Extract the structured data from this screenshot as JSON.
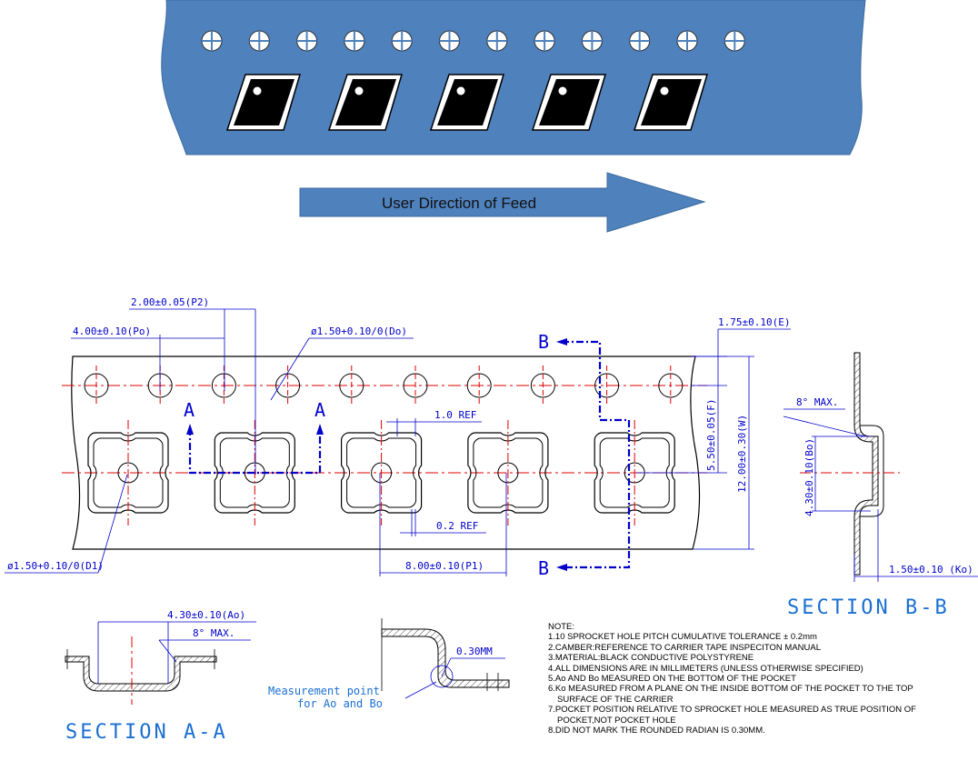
{
  "feed_label": "User Direction of Feed",
  "dims": {
    "p2": "2.00±0.05(P2)",
    "po": "4.00±0.10(Po)",
    "do": "ø1.50+0.10/0(Do)",
    "e": "1.75±0.10(E)",
    "f": "5.50±0.05(F)",
    "w": "12.00±0.30(W)",
    "bo": "4.30±0.10(Bo)",
    "ko": "1.50±0.10 (Ko)",
    "d1": "ø1.50+0.10/0(D1)",
    "p1": "8.00±0.10(P1)",
    "ref1": "1.0 REF",
    "ref02": "0.2 REF",
    "ao": "4.30±0.10(Ao)",
    "angle_aa": "8° MAX.",
    "angle_bb": "8° MAX.",
    "r030": "0.30MM"
  },
  "section_markers": {
    "a": "A",
    "b": "B"
  },
  "section_titles": {
    "aa": "SECTION A-A",
    "bb": "SECTION B-B"
  },
  "measurement_point": {
    "line1": "Measurement point",
    "line2": "for Ao and Bo"
  },
  "notes": {
    "title": "NOTE:",
    "items": [
      "1.10 SPROCKET HOLE PITCH CUMULATIVE TOLERANCE ± 0.2mm",
      "2.CAMBER:REFERENCE TO CARRIER TAPE INSPECITON MANUAL",
      "3.MATERIAL:BLACK CONDUCTIVE POLYSTYRENE",
      "4.ALL DIMENSIONS ARE IN MILLIMETERS (UNLESS OTHERWISE SPECIFIED)",
      "5.Ao AND Bo MEASURED ON THE BOTTOM OF THE POCKET",
      "6.Ko MEASURED FROM A PLANE ON THE INSIDE BOTTOM OF THE POCKET TO THE TOP",
      "SURFACE OF THE CARRIER",
      "7.POCKET POSITION RELATIVE TO SPROCKET HOLE MEASURED AS TRUE POSITION OF",
      "POCKET,NOT POCKET HOLE",
      "8.DID NOT MARK THE ROUNDED RADIAN IS 0.30MM."
    ]
  },
  "colors": {
    "tape_blue": "#4f81bd",
    "dim_blue": "#0000cc",
    "center_red": "#e00000"
  }
}
